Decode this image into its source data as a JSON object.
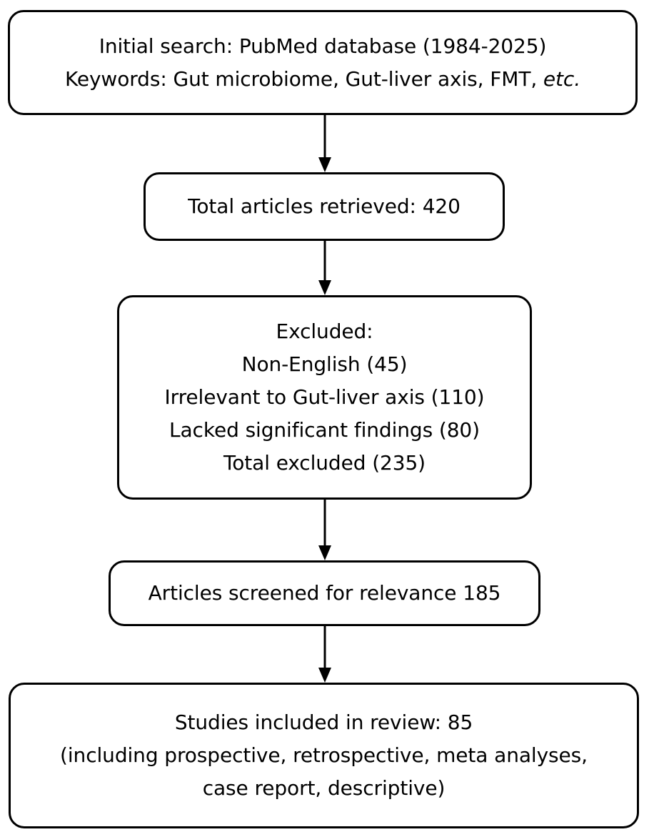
{
  "diagram": {
    "title": "PRISMA-style literature selection flow",
    "stroke_color": "#000000",
    "background_color": "#ffffff",
    "nodes": [
      {
        "id": "initial-search",
        "lines": [
          "Initial search: PubMed database (1984-2025)",
          "Keywords: Gut microbiome, Gut-liver axis, FMT, etc."
        ],
        "line1": "Initial search: PubMed database (1984-2025)",
        "line2_plain": "Keywords: Gut microbiome, Gut-liver axis, FMT, ",
        "line2_italic": "etc."
      },
      {
        "id": "total-retrieved",
        "lines": [
          "Total articles retrieved: 420"
        ],
        "line1": "Total articles retrieved: 420"
      },
      {
        "id": "excluded",
        "lines": [
          "Excluded:",
          "Non-English (45)",
          "Irrelevant to Gut-liver axis (110)",
          "Lacked significant findings (80)",
          "Total excluded (235)"
        ],
        "line1": "Excluded:",
        "line2": "Non-English (45)",
        "line3": "Irrelevant to Gut-liver axis (110)",
        "line4": "Lacked significant findings (80)",
        "line5": "Total excluded (235)"
      },
      {
        "id": "screened",
        "lines": [
          "Articles screened for relevance 185"
        ],
        "line1": "Articles screened for relevance 185"
      },
      {
        "id": "included",
        "lines": [
          "Studies included in review: 85",
          "(including prospective, retrospective, meta analyses,",
          "case report, descriptive)"
        ],
        "line1": "Studies included in review: 85",
        "line2": "(including prospective, retrospective, meta analyses,",
        "line3": "case report, descriptive)"
      }
    ],
    "connectors": [
      {
        "id": "arrow-initial-to-retrieved",
        "from": "initial-search",
        "to": "total-retrieved"
      },
      {
        "id": "arrow-retrieved-to-excluded",
        "from": "total-retrieved",
        "to": "excluded"
      },
      {
        "id": "arrow-excluded-to-screened",
        "from": "excluded",
        "to": "screened"
      },
      {
        "id": "arrow-screened-to-included",
        "from": "screened",
        "to": "included"
      }
    ],
    "counts": {
      "total_retrieved": 420,
      "non_english_excluded": 45,
      "irrelevant_excluded": 110,
      "lacked_findings_excluded": 80,
      "total_excluded": 235,
      "screened": 185,
      "included": 85
    },
    "date_range": "1984-2025",
    "database": "PubMed"
  }
}
